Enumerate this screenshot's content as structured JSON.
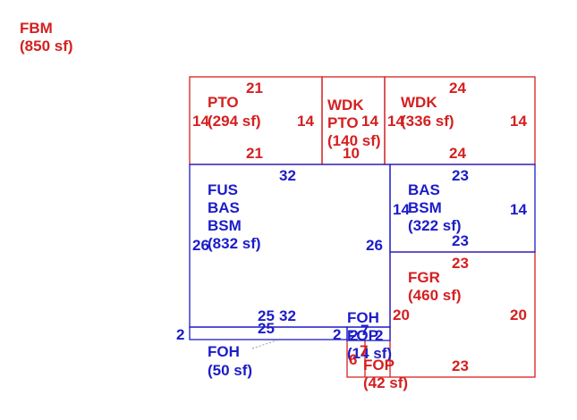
{
  "areas": {
    "fbm": {
      "code": "FBM",
      "area": "(850 sf)",
      "color": "#d42020"
    },
    "pto": {
      "code": "PTO",
      "area": "(294 sf)",
      "dims": {
        "top": "21",
        "bottom": "21",
        "left": "14",
        "right": "14"
      },
      "color": "#d42020"
    },
    "wdk_pto": {
      "code1": "WDK",
      "code2": "PTO",
      "area": "(140 sf)",
      "dims": {
        "right": "14",
        "bottom": "10"
      },
      "color": "#d42020"
    },
    "wdk": {
      "code": "WDK",
      "area": "(336 sf)",
      "dims": {
        "top": "24",
        "bottom": "24",
        "left": "14",
        "right": "14"
      },
      "color": "#d42020"
    },
    "fus": {
      "code1": "FUS",
      "code2": "BAS",
      "code3": "BSM",
      "area": "(832 sf)",
      "dims": {
        "top": "32",
        "bottom": "32",
        "left": "26",
        "right": "26"
      },
      "color": "#1c1cc8"
    },
    "bas": {
      "code1": "BAS",
      "code2": "BSM",
      "area": "(322 sf)",
      "dims": {
        "top": "23",
        "bottom": "23",
        "left": "14",
        "right": "14"
      },
      "color": "#1c1cc8"
    },
    "fgr": {
      "code": "FGR",
      "area": "(460 sf)",
      "dims": {
        "top": "23",
        "bottom": "23",
        "left": "20",
        "right": "20"
      },
      "color": "#d42020"
    },
    "foh_small": {
      "code": "FOH",
      "area": "(50 sf)",
      "dims": {
        "top": "25",
        "bottom": "25",
        "left": "2",
        "right": "2"
      },
      "color": "#1c1cc8"
    },
    "foh_fop": {
      "code1": "FOH",
      "code2": "FOP",
      "area": "(14 sf)",
      "dims": {
        "top": "7",
        "left": "2",
        "right": "2"
      },
      "color": "#1c1cc8"
    },
    "fop": {
      "code": "FOP",
      "area": "(42 sf)",
      "dims": {
        "left": "6",
        "top": "7"
      },
      "color": "#d42020"
    }
  }
}
